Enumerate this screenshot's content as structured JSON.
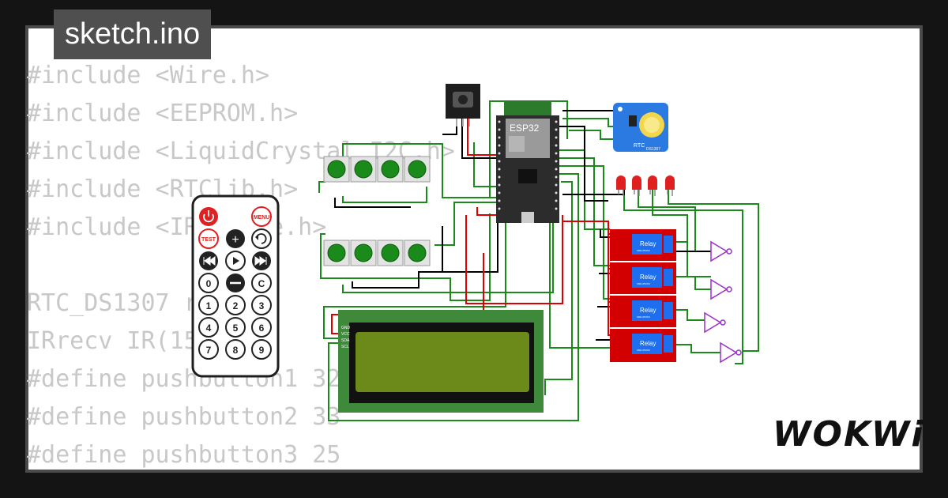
{
  "tab": {
    "filename": "sketch.ino"
  },
  "code_lines": [
    "#include <Wire.h>",
    "#include <EEPROM.h>",
    "#include <LiquidCrystal_I2C.h>",
    "#include <RTClib.h>",
    "#include <IRremote.h>",
    "",
    "RTC_DS1307 rtc;",
    "IRrecv IR(15);",
    "#define pushbutton1 32",
    "#define pushbutton2 33",
    "#define pushbutton3 25"
  ],
  "esp32": {
    "label": "ESP32"
  },
  "rtc": {
    "label": "RTC",
    "sub": "DS1307"
  },
  "relays": [
    {
      "label": "Relay",
      "sub": "SRD-05VDC"
    },
    {
      "label": "Relay",
      "sub": "SRD-05VDC"
    },
    {
      "label": "Relay",
      "sub": "SRD-05VDC"
    },
    {
      "label": "Relay",
      "sub": "SRD-05VDC"
    }
  ],
  "remote": {
    "top": [
      "",
      "MENU"
    ],
    "row2": [
      "TEST",
      "+",
      ""
    ],
    "row3": [
      "",
      "",
      ""
    ],
    "row4": [
      "0",
      "",
      "C"
    ],
    "digits": [
      "1",
      "2",
      "3",
      "4",
      "5",
      "6",
      "7",
      "8",
      "9"
    ]
  },
  "lcd_pins": [
    "GND",
    "VCC",
    "SDA",
    "SCL"
  ],
  "brand": {
    "logo": "WOKWi"
  },
  "colors": {
    "wire_green": "#1a8a1a",
    "wire_red": "#e00000",
    "wire_black": "#000000",
    "relay_red": "#d20000",
    "relay_blue": "#1e6ff0",
    "lcd_green": "#3f8a3a",
    "lcd_screen": "#6b8a1a",
    "led_red": "#e02020",
    "rtc_blue": "#2a7ae2",
    "gate_purple": "#9b30c8"
  }
}
